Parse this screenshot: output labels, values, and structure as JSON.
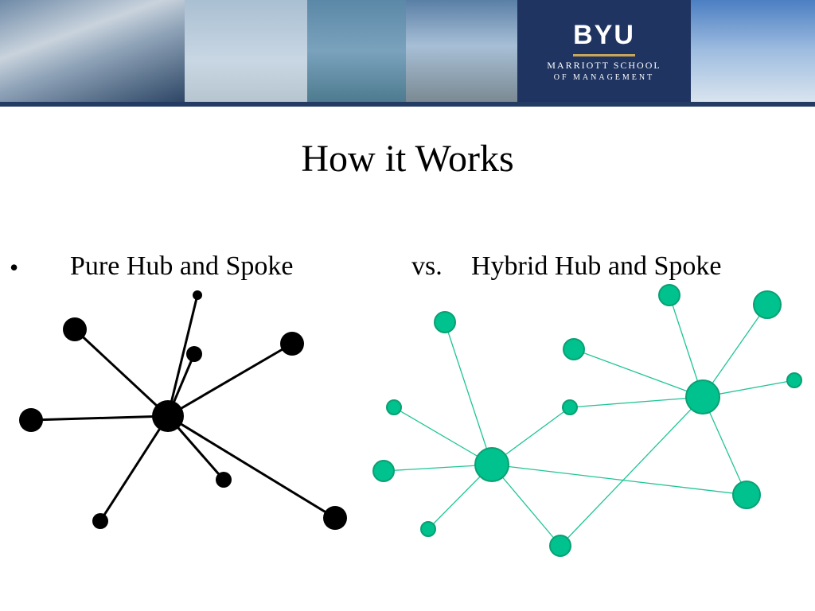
{
  "banner": {
    "logo_main": "BYU",
    "logo_line1": "MARRIOTT SCHOOL",
    "logo_line2": "OF MANAGEMENT"
  },
  "title": "How it Works",
  "bullet_symbol": "•",
  "comparison": {
    "left_label": "Pure Hub and Spoke",
    "vs_label": "vs.",
    "right_label": "Hybrid Hub and Spoke"
  },
  "colors": {
    "pure_node": "#000000",
    "pure_edge": "#000000",
    "hybrid_fill": "#00c28e",
    "hybrid_stroke": "#0aa072",
    "hybrid_edge": "#1fc495",
    "banner_navy": "#1f3461"
  }
}
